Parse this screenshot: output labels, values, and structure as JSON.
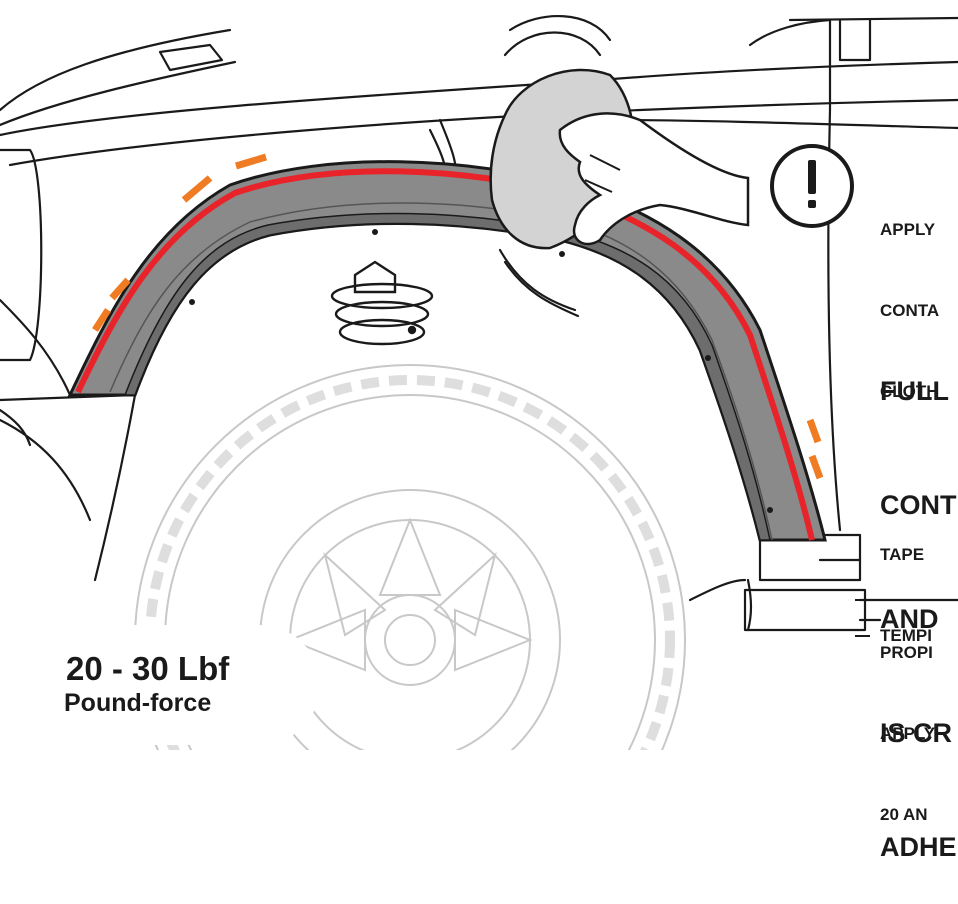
{
  "callouts": {
    "warning_icon": "exclamation-icon",
    "clean_lines": [
      "APPLY",
      "CONTA",
      "CLOTH"
    ],
    "contact_lines": [
      "FULL",
      "CONT",
      "AND",
      "IS CR",
      "ADHE"
    ],
    "temp_lines": [
      "TAPE",
      "TEMPI"
    ],
    "pressure_lines": [
      "PROPI",
      "APPLY",
      "20 AN"
    ]
  },
  "force_label": {
    "value": "20 - 30 Lbf",
    "unit": "Pound-force"
  },
  "colors": {
    "adhesive_line": "#e8232a",
    "tape_marks": "#ef7b22",
    "flare": "#8a8a8a",
    "flare_inner": "#6d6d6d",
    "tire_line": "#c8c8c8",
    "outline": "#1a1a1a"
  }
}
